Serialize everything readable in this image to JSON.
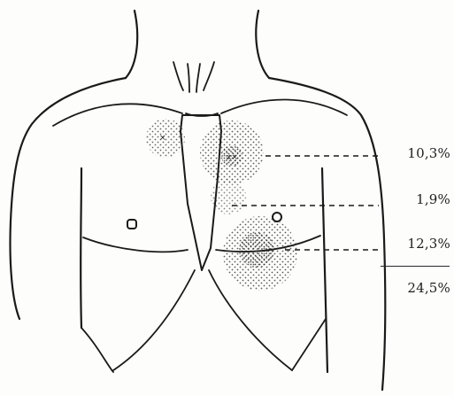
{
  "labels": {
    "upper": "10,3%",
    "middle": "1,9%",
    "lower": "12,3%",
    "total": "24,5%"
  }
}
